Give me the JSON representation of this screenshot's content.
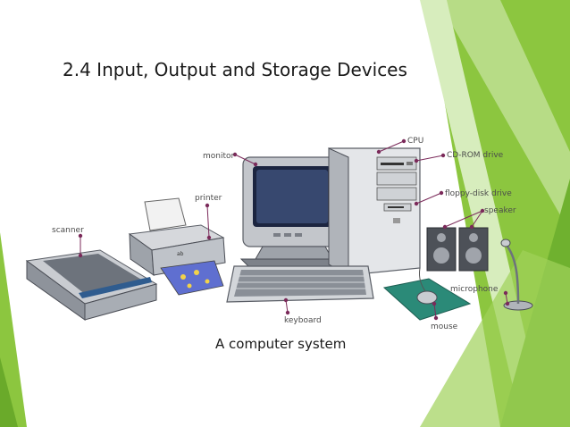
{
  "slide": {
    "title": "2.4 Input, Output and Storage Devices",
    "caption": "A computer system"
  },
  "diagram": {
    "labels": {
      "cpu": "CPU",
      "cdrom": "CD-ROM drive",
      "monitor": "monitor",
      "printer": "printer",
      "floppy": "floppy-disk drive",
      "speaker": "speaker",
      "scanner": "scanner",
      "microphone": "microphone",
      "keyboard": "keyboard",
      "mouse": "mouse"
    }
  },
  "colors": {
    "accent_green": "#8cc63f",
    "dark_green": "#6aaa2a",
    "light_green": "#c5e3a0",
    "pointer": "#7b2a5a"
  }
}
